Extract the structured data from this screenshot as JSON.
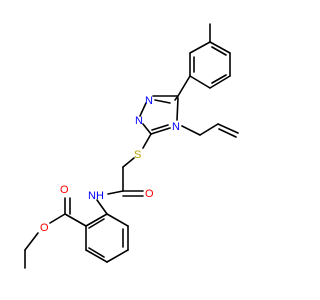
{
  "atoms": [
    {
      "id": "o_carbonyl_ester",
      "label": "O",
      "color": "#ff0000"
    },
    {
      "id": "o_ether_ester",
      "label": "O",
      "color": "#ff0000"
    },
    {
      "id": "n_amide",
      "label": "NH",
      "color": "#0000ff"
    },
    {
      "id": "o_amide",
      "label": "O",
      "color": "#ff0000"
    },
    {
      "id": "s_thioether",
      "label": "S",
      "color": "#b8a000"
    },
    {
      "id": "n_triazole_1",
      "label": "N",
      "color": "#0000ff"
    },
    {
      "id": "n_triazole_2",
      "label": "N",
      "color": "#0000ff"
    },
    {
      "id": "n_triazole_4",
      "label": "N",
      "color": "#0000ff"
    }
  ],
  "colors": {
    "bond": "#000000",
    "oxygen": "#ff0000",
    "nitrogen": "#0000ff",
    "sulfur": "#b8a000",
    "background": "#ffffff"
  }
}
